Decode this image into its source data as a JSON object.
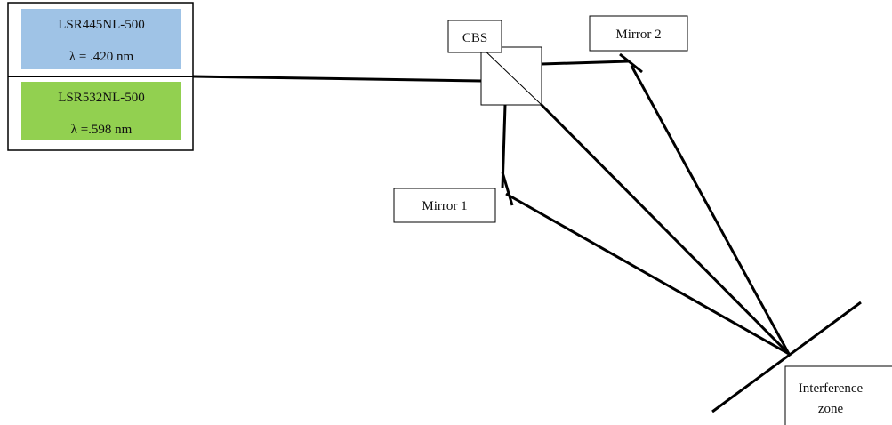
{
  "lasers": [
    {
      "model": "LSR445NL-500",
      "wavelength": "λ = .420 nm",
      "color": "#9fc3e6"
    },
    {
      "model": "LSR532NL-500",
      "wavelength": "λ =.598 nm",
      "color": "#92d050"
    }
  ],
  "components": {
    "cbs": "CBS",
    "mirror1": "Mirror 1",
    "mirror2": "Mirror 2",
    "interference_line1": "Interference",
    "interference_line2": "zone"
  }
}
